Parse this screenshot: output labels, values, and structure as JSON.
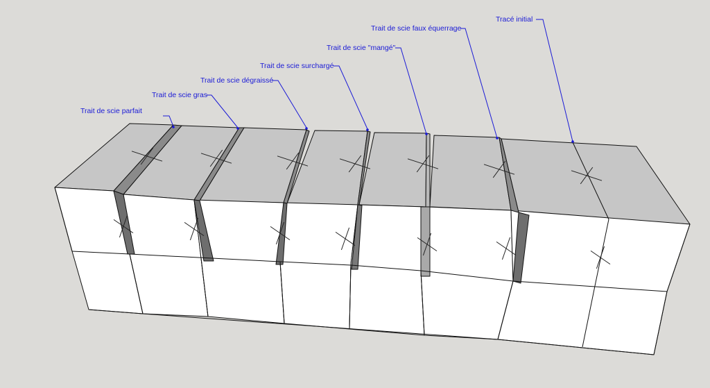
{
  "colors": {
    "background": "#dcdbd8",
    "top_face": "#c6c6c6",
    "side_face": "#ffffff",
    "kerf_dark": "#6e6e6e",
    "kerf_light": "#a9a9a9",
    "edge": "#111111",
    "leader": "#1a1ad6",
    "label_text": "#1a1ad6"
  },
  "labels": [
    {
      "id": "parfait",
      "text": "Trait de scie parfait"
    },
    {
      "id": "gras",
      "text": "Trait de scie gras"
    },
    {
      "id": "degraisse",
      "text": "Trait de scie dégraissé"
    },
    {
      "id": "surcharge",
      "text": "Trait de scie surchargé"
    },
    {
      "id": "mange",
      "text": "Trait de scie \"mangé\""
    },
    {
      "id": "faux",
      "text": "Trait de scie faux équerrage"
    },
    {
      "id": "initial",
      "text": "Tracé initial"
    }
  ]
}
